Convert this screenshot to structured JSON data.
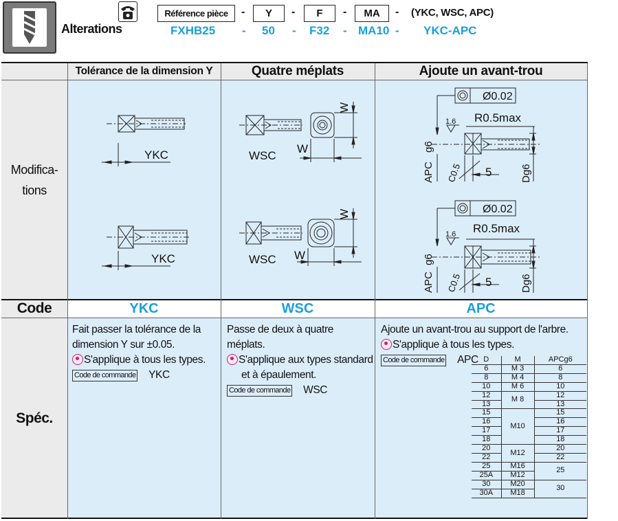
{
  "header": {
    "title": "Alterations",
    "code_labels": [
      "Référence pièce",
      "Y",
      "F",
      "MA"
    ],
    "code_note": "(YKC, WSC, APC)",
    "example_codes": [
      "FXHB25",
      "50",
      "F32",
      "MA10",
      "YKC-APC"
    ],
    "dash": "-"
  },
  "table": {
    "columns": [
      "Tolérance de la dimension Y",
      "Quatre méplats",
      "Ajoute un avant-trou"
    ],
    "row_labels": {
      "modifications": "Modifica-\ntions",
      "code": "Code",
      "spec": "Spéc."
    },
    "codes": [
      "YKC",
      "WSC",
      "APC"
    ]
  },
  "diagrams": {
    "ykc_dim": "YKC",
    "wsc_dim": "WSC",
    "w_label": "W",
    "apc_flatness": "Ø0.02",
    "apc_radius": "R0.5max",
    "apc_chamfer": "C0.5",
    "apc_len": "5",
    "apc_rough": "1.6",
    "apc_apc": "APC",
    "apc_g6": "g6",
    "apc_d": "Dg6"
  },
  "spec": {
    "ykc": {
      "line1": "Fait passer la tolérance de la",
      "line2": "dimension Y sur ±0.05.",
      "note": "S'applique à tous les types.",
      "order_label": "Code de commande",
      "order_code": "YKC"
    },
    "wsc": {
      "line1": "Passe de deux à quatre méplats.",
      "note1": "S'applique aux types standard",
      "note2": "et à épaulement.",
      "order_label": "Code de commande",
      "order_code": "WSC"
    },
    "apc": {
      "line1": "Ajoute un avant-trou au support de l'arbre.",
      "note": "S'applique à tous les types.",
      "order_label": "Code de commande",
      "order_code": "APC",
      "table_headers": [
        "D",
        "M",
        "APCg6"
      ],
      "table_rows": [
        [
          "6",
          "M 3",
          "6"
        ],
        [
          "8",
          "M 4",
          "8"
        ],
        [
          "10",
          "M 6",
          "10"
        ],
        [
          "12",
          "M 8",
          "12"
        ],
        [
          "13",
          "",
          "13"
        ],
        [
          "15",
          "M10",
          "15"
        ],
        [
          "16",
          "",
          "16"
        ],
        [
          "17",
          "",
          "17"
        ],
        [
          "18",
          "",
          "18"
        ],
        [
          "20",
          "M12",
          "20"
        ],
        [
          "22",
          "",
          "22"
        ],
        [
          "25",
          "M16",
          "25"
        ],
        [
          "25A",
          "M12",
          ""
        ],
        [
          "30",
          "M20",
          "30"
        ],
        [
          "30A",
          "M18",
          ""
        ]
      ]
    }
  },
  "colors": {
    "accent_blue": "#1a9fe0",
    "cell_blue": "#dcedfa",
    "row_gray": "#ebebeb",
    "bullet_pink": "#c8206e"
  }
}
